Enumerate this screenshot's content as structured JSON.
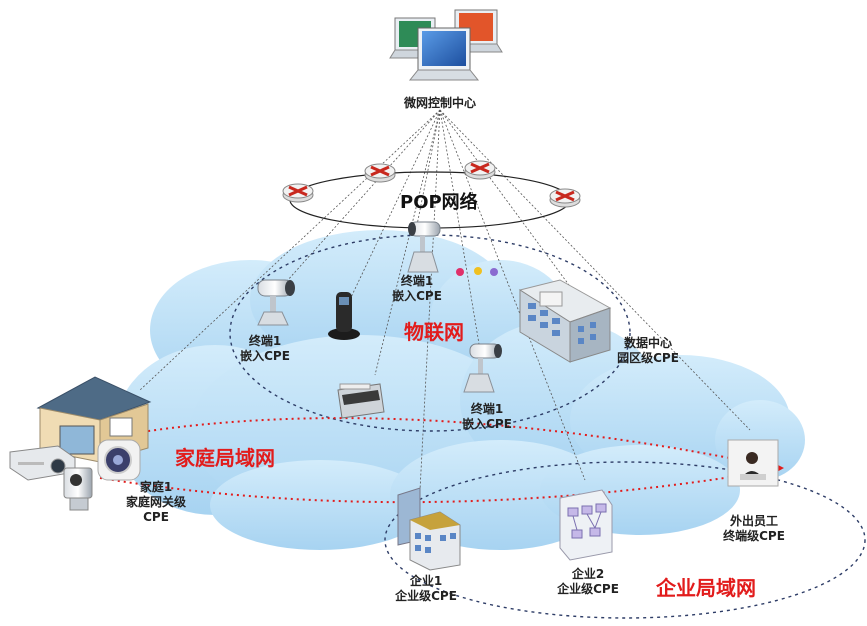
{
  "control_center": {
    "label": "微网控制中心"
  },
  "pop_network": {
    "label": "POP网络"
  },
  "iot_network": {
    "label": "物联网"
  },
  "home_lan": {
    "label": "家庭局域网"
  },
  "enterprise_lan": {
    "label": "企业局域网"
  },
  "nodes": {
    "terminal_left": {
      "line1": "终端1",
      "line2": "嵌入CPE"
    },
    "terminal_top": {
      "line1": "终端1",
      "line2": "嵌入CPE"
    },
    "terminal_right": {
      "line1": "终端1",
      "line2": "嵌入CPE"
    },
    "datacenter": {
      "line1": "数据中心",
      "line2": "园区级CPE"
    },
    "home": {
      "line1": "家庭1",
      "line2": "家庭网关级",
      "line3": "CPE"
    },
    "enterprise1": {
      "line1": "企业1",
      "line2": "企业级CPE"
    },
    "enterprise2": {
      "line1": "企业2",
      "line2": "企业级CPE"
    },
    "remote_staff": {
      "line1": "外出员工",
      "line2": "终端级CPE"
    }
  },
  "colors": {
    "cloud": "#bfe0f5",
    "cloud_edge": "#9ccbec",
    "accent_red": "#e21c1c",
    "router": "#c8281e",
    "monitor_green": "#2e8b57",
    "monitor_blue": "#2a6fc9",
    "monitor_orange": "#e2552a"
  }
}
